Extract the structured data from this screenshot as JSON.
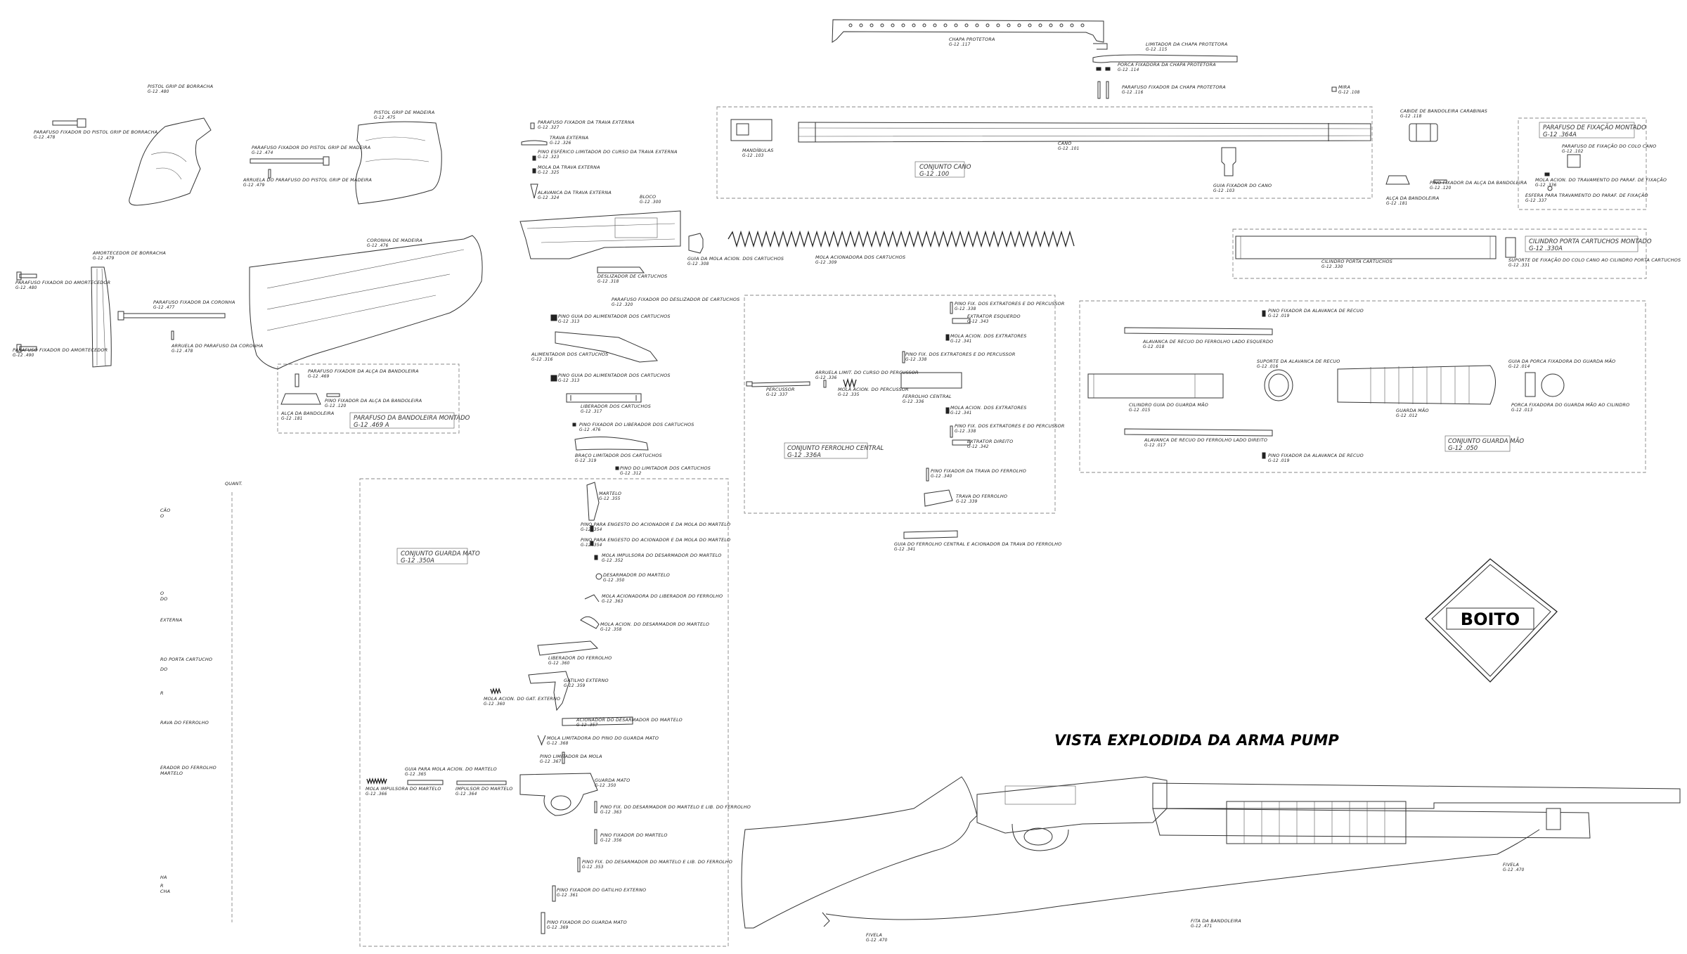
{
  "title": "VISTA EXPLODIDA DA ARMA PUMP",
  "logo": "BOITO",
  "groups": {
    "cano": {
      "title": "CONJUNTO CANO",
      "code": "G-12 .100"
    },
    "fixacao": {
      "title": "PARAFUSO DE FIXAÇÃO MONTADO",
      "code": "G-12 .364A"
    },
    "cilindro": {
      "title": "CILINDRO PORTA CARTUCHOS MONTADO",
      "code": "G-12 .330A"
    },
    "bandoleira": {
      "title": "PARAFUSO DA BANDOLEIRA MONTADO",
      "code": "G-12 .469 A"
    },
    "ferrolho": {
      "title": "CONJUNTO FERROLHO CENTRAL",
      "code": "G-12 .336A"
    },
    "guarda_mao": {
      "title": "CONJUNTO GUARDA MÃO",
      "code": "G-12 .050"
    },
    "guarda_mato": {
      "title": "CONJUNTO GUARDA MATO",
      "code": "G-12 .350A"
    }
  },
  "labels": [
    {
      "name": "chapa-protetora",
      "text": "CHAPA PROTETORA",
      "code": "G-12 .117"
    },
    {
      "name": "limitador-chapa",
      "text": "LIMITADOR DA CHAPA PROTETORA",
      "code": "G-12 .115"
    },
    {
      "name": "porca-fixadora-chapa",
      "text": "PORCA FIXADORA DA CHAPA PROTETORA",
      "code": "G-12 .114"
    },
    {
      "name": "parafuso-fixador-chapa",
      "text": "PARAFUSO FIXADOR DA CHAPA PROTETORA",
      "code": "G-12 .116"
    },
    {
      "name": "mira",
      "text": "MIRA",
      "code": "G-12 .108"
    },
    {
      "name": "pistol-grip-borracha",
      "text": "PISTOL GRIP DE BORRACHA",
      "code": "G-12 .480"
    },
    {
      "name": "parafuso-pistol-grip-borracha",
      "text": "PARAFUSO FIXADOR DO PISTOL GRIP DE BORRACHA",
      "code": "G-12 .478"
    },
    {
      "name": "pistol-grip-madeira",
      "text": "PISTOL GRIP DE MADEIRA",
      "code": "G-12 .475"
    },
    {
      "name": "parafuso-pistol-grip-madeira",
      "text": "PARAFUSO FIXADOR DO PISTOL GRIP DE MADEIRA",
      "code": "G-12 .474"
    },
    {
      "name": "arruela-pistol-grip",
      "text": "ARRUELA DO PARAFUSO DO PISTOL GRIP DE MADEIRA",
      "code": "G-12 .479"
    },
    {
      "name": "parafuso-trava-externa",
      "text": "PARAFUSO FIXADOR DA TRAVA EXTERNA",
      "code": "G-12 .327"
    },
    {
      "name": "trava-externa",
      "text": "TRAVA EXTERNA",
      "code": "G-12 .326"
    },
    {
      "name": "pino-limitador-trava",
      "text": "PINO ESFÉRICO LIMITADOR DO CURSO DA TRAVA EXTERNA",
      "code": "G-12 .323"
    },
    {
      "name": "mola-trava-externa",
      "text": "MOLA DA TRAVA EXTERNA",
      "code": "G-12 .325"
    },
    {
      "name": "alavanca-trava-externa",
      "text": "ALAVANCA DA TRAVA EXTERNA",
      "code": "G-12 .324"
    },
    {
      "name": "bloco",
      "text": "BLOCO",
      "code": "G-12 .300"
    },
    {
      "name": "mandibulas",
      "text": "MANDÍBULAS",
      "code": "G-12 .103"
    },
    {
      "name": "cano",
      "text": "CANO",
      "code": "G-12 .101"
    },
    {
      "name": "guia-fixador-cano",
      "text": "GUIA FIXADOR DO CANO",
      "code": "G-12 .103"
    },
    {
      "name": "cabide-bandoleira",
      "text": "CABIDE DE BANDOLEIRA CARABINAS",
      "code": "G-12 .118"
    },
    {
      "name": "alca-bandoleira-cano",
      "text": "ALÇA DA BANDOLEIRA",
      "code": "G-12 .181"
    },
    {
      "name": "pino-alca-bandoleira",
      "text": "PINO FIXADOR DA ALÇA DA BANDOLEIRA",
      "code": "G-12 .120"
    },
    {
      "name": "parafuso-fixacao-colo",
      "text": "PARAFUSO DE FIXAÇÃO DO COLO CANO",
      "code": "G-12 .102"
    },
    {
      "name": "mola-acion-travamento",
      "text": "MOLA ACION. DO TRAVAMENTO DO PARAF. DE FIXAÇÃO",
      "code": "G-12 .336"
    },
    {
      "name": "esfera-travamento",
      "text": "ESFERA PARA TRAVAMENTO DO PARAF. DE FIXAÇÃO",
      "code": "G-12 .337"
    },
    {
      "name": "guia-mola-cartuchos",
      "text": "GUIA DA MOLA ACION. DOS CARTUCHOS",
      "code": "G-12 .308"
    },
    {
      "name": "mola-cartuchos",
      "text": "MOLA ACIONADORA DOS CARTUCHOS",
      "code": "G-12 .309"
    },
    {
      "name": "cilindro-porta-cartuchos",
      "text": "CILINDRO PORTA CARTUCHOS",
      "code": "G-12 .330"
    },
    {
      "name": "suporte-fixacao",
      "text": "SUPORTE DE FIXAÇÃO DO COLO CANO AO CILINDRO PORTA CARTUCHOS",
      "code": "G-12 .331"
    },
    {
      "name": "amortecedor",
      "text": "AMORTECEDOR DE BORRACHA",
      "code": "G-12 .479"
    },
    {
      "name": "parafuso-amortecedor-1",
      "text": "PARAFUSO FIXADOR DO AMORTECEDOR",
      "code": "G-12 .480"
    },
    {
      "name": "parafuso-amortecedor-2",
      "text": "PARAFUSO FIXADOR DO AMORTECEDOR",
      "code": "G-12 .490"
    },
    {
      "name": "coronha",
      "text": "CORONHA DE MADEIRA",
      "code": "G-12 .476"
    },
    {
      "name": "parafuso-coronha",
      "text": "PARAFUSO FIXADOR DA CORONHA",
      "code": "G-12 .477"
    },
    {
      "name": "arruela-coronha",
      "text": "ARRUELA DO PARAFUSO DA CORONHA",
      "code": "G-12 .478"
    },
    {
      "name": "parafuso-alca-bandoleira",
      "text": "PARAFUSO FIXADOR DA ALÇA DA BANDOLEIRA",
      "code": "G-12 .469"
    },
    {
      "name": "pino-alca-bandoleira-2",
      "text": "PINO FIXADOR DA ALÇA DA BANDOLEIRA",
      "code": "G-12 .120"
    },
    {
      "name": "alca-bandoleira",
      "text": "ALÇA DA BANDOLEIRA",
      "code": "G-12 .181"
    },
    {
      "name": "deslizador",
      "text": "DESLIZADOR DE CARTUCHOS",
      "code": "G-12 .318"
    },
    {
      "name": "parafuso-deslizador",
      "text": "PARAFUSO FIXADOR DO DESLIZADOR DE CARTUCHOS",
      "code": "G-12 .320"
    },
    {
      "name": "pino-guia-alimentador",
      "text": "PINO GUIA DO ALIMENTADOR DOS CARTUCHOS",
      "code": "G-12 .313"
    },
    {
      "name": "alimentador",
      "text": "ALIMENTADOR DOS CARTUCHOS",
      "code": "G-12 .316"
    },
    {
      "name": "pino-guia-alimentador-2",
      "text": "PINO GUIA DO ALIMENTADOR DOS CARTUCHOS",
      "code": "G-12 .313"
    },
    {
      "name": "liberador-cartuchos",
      "text": "LIBERADOR DOS CARTUCHOS",
      "code": "G-12 .317"
    },
    {
      "name": "pino-liberador",
      "text": "PINO FIXADOR DO LIBERADOR DOS CARTUCHOS",
      "code": "G-12 .476"
    },
    {
      "name": "braco-limitador",
      "text": "BRAÇO LIMITADOR DOS CARTUCHOS",
      "code": "G-12 .319"
    },
    {
      "name": "pino-limitador-cartuchos",
      "text": "PINO DO LIMITADOR DOS CARTUCHOS",
      "code": "G-12 .312"
    },
    {
      "name": "pino-fix-extratores-1",
      "text": "PINO FIX. DOS EXTRATORES E DO PERCUSSOR",
      "code": "G-12 .338"
    },
    {
      "name": "extrator-esquerdo",
      "text": "EXTRATOR ESQUERDO",
      "code": "G-12 .343"
    },
    {
      "name": "mola-acion-extratores-1",
      "text": "MOLA ACION. DOS EXTRATORES",
      "code": "G-12 .341"
    },
    {
      "name": "pino-fix-extratores-2",
      "text": "PINO FIX. DOS EXTRATORES E DO PERCUSSOR",
      "code": "G-12 .338"
    },
    {
      "name": "arruela-percussor",
      "text": "ARRUELA LIMIT. DO CURSO DO PERCUSSOR",
      "code": "G-12 .336"
    },
    {
      "name": "percussor",
      "text": "PERCUSSOR",
      "code": "G-12 .337"
    },
    {
      "name": "mola-percussor",
      "text": "MOLA ACION. DO PERCUSSOR",
      "code": "G-12 .335"
    },
    {
      "name": "ferrolho-central",
      "text": "FERROLHO CENTRAL",
      "code": "G-12 .336"
    },
    {
      "name": "mola-acion-extratores-2",
      "text": "MOLA ACION. DOS EXTRATORES",
      "code": "G-12 .341"
    },
    {
      "name": "pino-fix-extratores-3",
      "text": "PINO FIX. DOS EXTRATORES E DO PERCUSSOR",
      "code": "G-12 .338"
    },
    {
      "name": "extrator-direito",
      "text": "EXTRATOR DIREITO",
      "code": "G-12 .342"
    },
    {
      "name": "pino-trava-ferrolho",
      "text": "PINO FIXADOR DA TRAVA DO FERROLHO",
      "code": "G-12 .340"
    },
    {
      "name": "trava-ferrolho",
      "text": "TRAVA DO FERROLHO",
      "code": "G-12 .339"
    },
    {
      "name": "guia-ferrolho",
      "text": "GUIA DO FERROLHO CENTRAL E ACIONADOR DA TRAVA DO FERROLHO",
      "code": "G-12 .341"
    },
    {
      "name": "pino-alavanca-1",
      "text": "PINO FIXADOR DA ALAVANCA DE RECUO",
      "code": "G-12 .019"
    },
    {
      "name": "alavanca-recuo-esq",
      "text": "ALAVANCA DE RECUO DO FERROLHO LADO ESQUERDO",
      "code": "G-12 .018"
    },
    {
      "name": "suporte-alavanca",
      "text": "SUPORTE DA ALAVANCA DE RECUO",
      "code": "G-12 .016"
    },
    {
      "name": "cilindro-guia",
      "text": "CILINDRO GUIA DO GUARDA MÃO",
      "code": "G-12 .015"
    },
    {
      "name": "guarda-mao",
      "text": "GUARDA MÃO",
      "code": "G-12 .012"
    },
    {
      "name": "guia-porca",
      "text": "GUIA DA PORCA FIXADORA DO GUARDA MÃO",
      "code": "G-12 .014"
    },
    {
      "name": "porca-guarda-mao",
      "text": "PORCA FIXADORA DO GUARDA MÃO AO CILINDRO",
      "code": "G-12 .013"
    },
    {
      "name": "alavanca-recuo-dir",
      "text": "ALAVANCA DE RECUO DO FERROLHO LADO DIREITO",
      "code": "G-12 .017"
    },
    {
      "name": "pino-alavanca-2",
      "text": "PINO FIXADOR DA ALAVANCA DE RECUO",
      "code": "G-12 .019"
    },
    {
      "name": "martelo",
      "text": "MARTELO",
      "code": "G-12 .355"
    },
    {
      "name": "pino-eixo-acionador",
      "text": "PINO PARA ENGESTO DO ACIONADOR E DA MOLA DO MARTELO",
      "code": "G-12 .354"
    },
    {
      "name": "pino-eixo-acionador-2",
      "text": "PINO PARA ENGESTO DO ACIONADOR E DA MOLA DO MARTELO",
      "code": "G-12 .354"
    },
    {
      "name": "mola-impulsora-desarmador",
      "text": "MOLA IMPULSORA DO DESARMADOR DO MARTELO",
      "code": "G-12 .352"
    },
    {
      "name": "desarmador-martelo",
      "text": "DESARMADOR DO MARTELO",
      "code": "G-12 .350"
    },
    {
      "name": "mola-liberador-ferrolho",
      "text": "MOLA ACIONADORA DO LIBERADOR DO FERROLHO",
      "code": "G-12 .363"
    },
    {
      "name": "mola-acion-desarmador",
      "text": "MOLA ACION. DO DESARMADOR DO MARTELO",
      "code": "G-12 .358"
    },
    {
      "name": "liberador-ferrolho",
      "text": "LIBERADOR DO FERROLHO",
      "code": "G-12 .360"
    },
    {
      "name": "gatilho-externo",
      "text": "GATILHO EXTERNO",
      "code": "G-12 .359"
    },
    {
      "name": "mola-gatilho",
      "text": "MOLA ACION. DO GAT. EXTERNO",
      "code": "G-12 .360"
    },
    {
      "name": "acionador-desarmador",
      "text": "ACIONADOR DO DESARMADOR DO MARTELO",
      "code": "G-12 .357"
    },
    {
      "name": "mola-limitadora",
      "text": "MOLA LIMITADORA DO PINO DO GUARDA MATO",
      "code": "G-12 .368"
    },
    {
      "name": "pino-limitador-mola",
      "text": "PINO LIMITADOR DA MOLA",
      "code": "G-12 .367"
    },
    {
      "name": "guia-mola-martelo",
      "text": "GUIA PARA MOLA ACION. DO MARTELO",
      "code": "G-12 .365"
    },
    {
      "name": "guarda-mato",
      "text": "GUARDA MATO",
      "code": "G-12 .350"
    },
    {
      "name": "mola-impulsora-martelo",
      "text": "MOLA IMPULSORA DO MARTELO",
      "code": "G-12 .366"
    },
    {
      "name": "impulsor-martelo",
      "text": "IMPULSOR DO MARTELO",
      "code": "G-12 .364"
    },
    {
      "name": "pino-fix-desarmador-1",
      "text": "PINO FIX. DO DESARMADOR DO MARTELO E LIB. DO FERROLHO",
      "code": "G-12 .363"
    },
    {
      "name": "pino-fixador-martelo",
      "text": "PINO FIXADOR DO MARTELO",
      "code": "G-12 .356"
    },
    {
      "name": "pino-fix-desarmador-2",
      "text": "PINO FIX. DO DESARMADOR DO MARTELO E LIB. DO FERROLHO",
      "code": "G-12 .353"
    },
    {
      "name": "pino-gatilho",
      "text": "PINO FIXADOR DO GATILHO EXTERNO",
      "code": "G-12 .361"
    },
    {
      "name": "pino-guarda-mato",
      "text": "PINO FIXADOR DO GUARDA MATO",
      "code": "G-12 .369"
    },
    {
      "name": "fivela-1",
      "text": "FIVELA",
      "code": "G-12 .470"
    },
    {
      "name": "fivela-2",
      "text": "FIVELA",
      "code": "G-12 .470"
    },
    {
      "name": "fita-bandoleira",
      "text": "FITA DA BANDOLEIRA",
      "code": "G-12 .471"
    }
  ],
  "side_list": [
    "QUANT.",
    "CÃO",
    "O",
    "O",
    "DO",
    "EXTERNA",
    "RO PORTA CARTUCHO",
    "DO",
    "R",
    "RAVA DO FERROLHO",
    "ERADOR DO FERROLHO",
    "MARTELO",
    "HA",
    "R",
    "CHA"
  ]
}
